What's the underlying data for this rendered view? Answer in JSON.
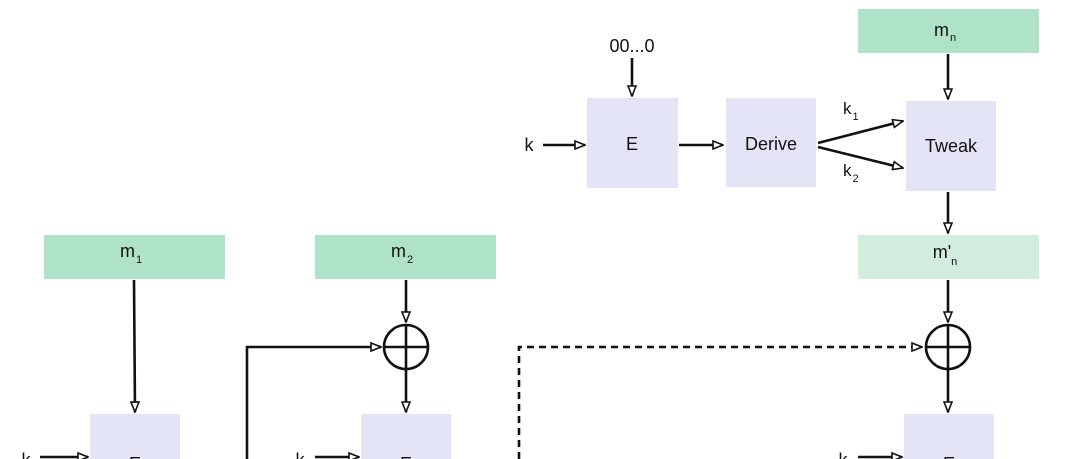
{
  "top": {
    "zeros": "00...0",
    "key": "k",
    "encrypt": "E",
    "derive": "Derive",
    "k1_base": "k",
    "k1_sub": "1",
    "k2_base": "k",
    "k2_sub": "2",
    "tweak": "Tweak",
    "mn_base": "m",
    "mn_sub": "n",
    "mn_prime_base": "m'",
    "mn_prime_sub": "n"
  },
  "chain": {
    "m1_base": "m",
    "m1_sub": "1",
    "m2_base": "m",
    "m2_sub": "2",
    "block_label": "E",
    "key": "k"
  },
  "colors": {
    "block_fill": "#e3e5f7",
    "message_fill": "#aee3c9",
    "tweaked_message_fill": "#d2ecde",
    "line": "#111111"
  }
}
